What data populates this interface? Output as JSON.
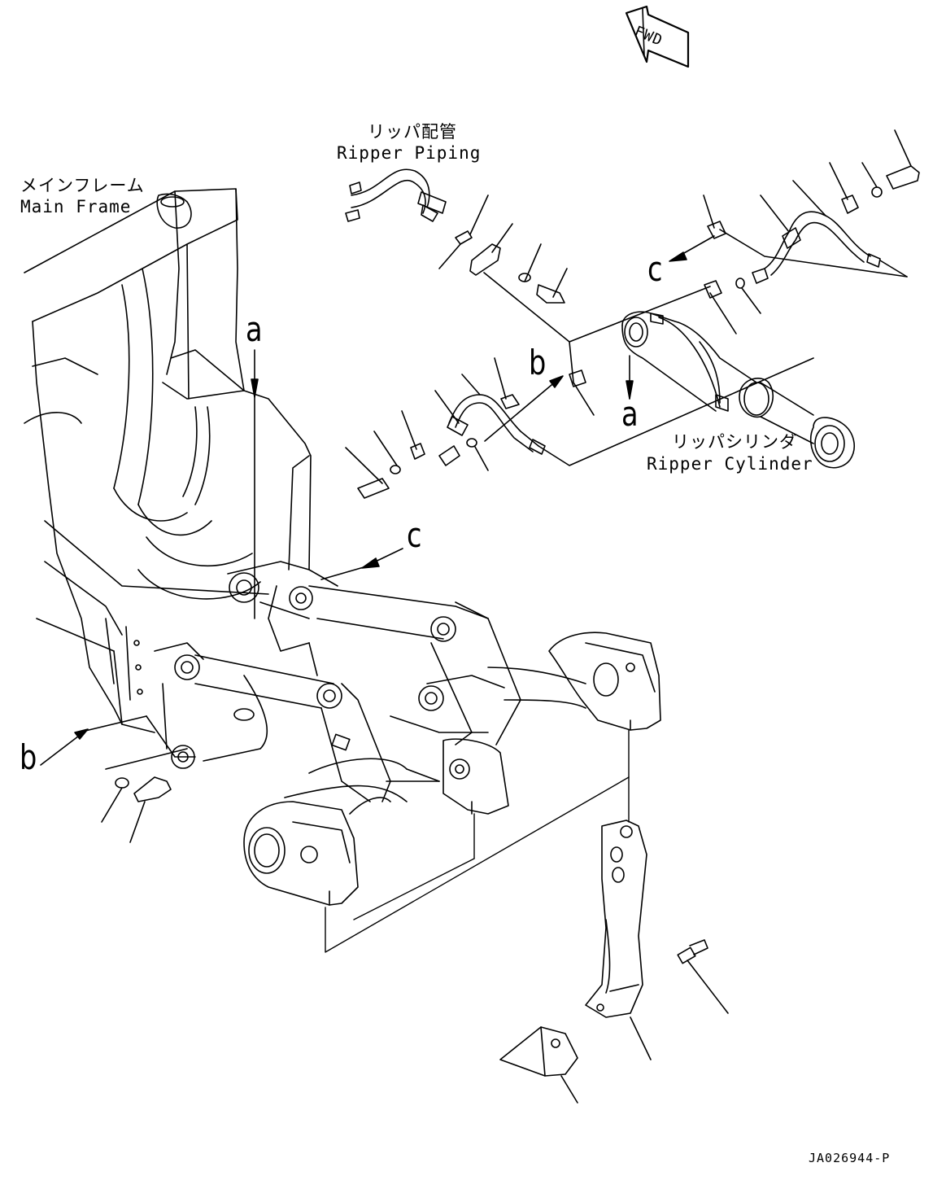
{
  "fwd_label": "FWD",
  "labels": {
    "main_frame_jp": "メインフレーム",
    "main_frame_en": "Main Frame",
    "ripper_piping_jp": "リッパ配管",
    "ripper_piping_en": "Ripper Piping",
    "ripper_cylinder_jp": "リッパシリンダ",
    "ripper_cylinder_en": "Ripper Cylinder"
  },
  "callouts": {
    "a_top": "a",
    "a_right": "a",
    "b_mid": "b",
    "b_left": "b",
    "c_top": "c",
    "c_mid": "c"
  },
  "drawing_code": "JA026944-P"
}
